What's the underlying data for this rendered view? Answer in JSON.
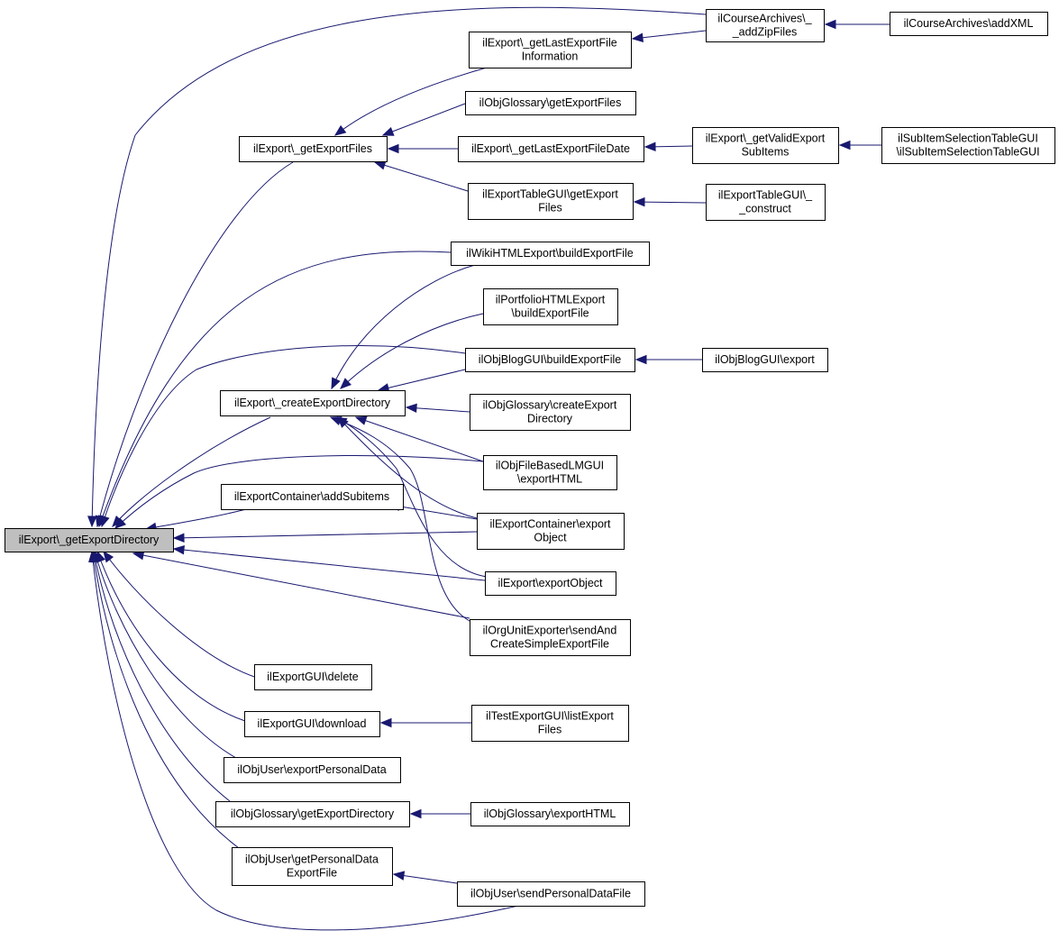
{
  "diagram": {
    "type": "call-graph",
    "colors": {
      "edge": "#191970",
      "root_fill": "#bfbfbf",
      "node_fill": "#ffffff",
      "border": "#000000"
    },
    "nodes": [
      {
        "id": "root",
        "name": "node-root-getexportdirectory",
        "root": true,
        "lines": [
          "ilExport\\_getExportDirectory"
        ]
      },
      {
        "id": "getExportFiles",
        "name": "node-ilexport-getexportfiles",
        "lines": [
          "ilExport\\_getExportFiles"
        ]
      },
      {
        "id": "createExportDirectory",
        "name": "node-ilexport-createexportdirectory",
        "lines": [
          "ilExport\\_createExportDirectory"
        ]
      },
      {
        "id": "addSubitems",
        "name": "node-ilexportcontainer-addsubitems",
        "lines": [
          "ilExportContainer\\addSubitems"
        ]
      },
      {
        "id": "gui_delete",
        "name": "node-ilexportgui-delete",
        "lines": [
          "ilExportGUI\\delete"
        ]
      },
      {
        "id": "gui_download",
        "name": "node-ilexportgui-download",
        "lines": [
          "ilExportGUI\\download"
        ]
      },
      {
        "id": "exportPersonalData",
        "name": "node-ilobjuser-exportpersonaldata",
        "lines": [
          "ilObjUser\\exportPersonalData"
        ]
      },
      {
        "id": "glossGetExportDirectory",
        "name": "node-ilobjglossary-getexportdirectory",
        "lines": [
          "ilObjGlossary\\getExportDirectory"
        ]
      },
      {
        "id": "getPersonalDataExportFile",
        "name": "node-ilobjuser-getpersonaldataexportfile",
        "lines": [
          "ilObjUser\\getPersonalData",
          "ExportFile"
        ]
      },
      {
        "id": "courseAddZip",
        "name": "node-ilcoursearchives-addzipfiles",
        "lines": [
          "ilCourseArchives\\_",
          "_addZipFiles"
        ]
      },
      {
        "id": "courseAddXML",
        "name": "node-ilcoursearchives-addxml",
        "lines": [
          "ilCourseArchives\\addXML"
        ]
      },
      {
        "id": "getLastExportFileInformation",
        "name": "node-ilexport-getlastexportfileinformation",
        "lines": [
          "ilExport\\_getLastExportFile",
          "Information"
        ]
      },
      {
        "id": "glossGetExportFiles",
        "name": "node-ilobjglossary-getexportfiles",
        "lines": [
          "ilObjGlossary\\getExportFiles"
        ]
      },
      {
        "id": "getLastExportFileDate",
        "name": "node-ilexport-getlastexportfiledate",
        "lines": [
          "ilExport\\_getLastExportFileDate"
        ]
      },
      {
        "id": "getValidExportSubItems",
        "name": "node-ilexport-getvalidexportsubitems",
        "lines": [
          "ilExport\\_getValidExport",
          "SubItems"
        ]
      },
      {
        "id": "subItemSelection",
        "name": "node-ilsubitemselectiontablegui-construct",
        "lines": [
          "ilSubItemSelectionTableGUI",
          "\\ilSubItemSelectionTableGUI"
        ]
      },
      {
        "id": "tableGetExportFiles",
        "name": "node-ilexporttablegui-getexportfiles",
        "lines": [
          "ilExportTableGUI\\getExport",
          "Files"
        ]
      },
      {
        "id": "tableConstruct",
        "name": "node-ilexporttablegui-construct",
        "lines": [
          "ilExportTableGUI\\_",
          "_construct"
        ]
      },
      {
        "id": "wikiBuild",
        "name": "node-ilwikihtmlexport-buildexportfile",
        "lines": [
          "ilWikiHTMLExport\\buildExportFile"
        ]
      },
      {
        "id": "portfolioBuild",
        "name": "node-ilportfoliohtmlexport-buildexportfile",
        "lines": [
          "ilPortfolioHTMLExport",
          "\\buildExportFile"
        ]
      },
      {
        "id": "blogBuild",
        "name": "node-ilobjbloggui-buildexportfile",
        "lines": [
          "ilObjBlogGUI\\buildExportFile"
        ]
      },
      {
        "id": "blogExport",
        "name": "node-ilobjbloggui-export",
        "lines": [
          "ilObjBlogGUI\\export"
        ]
      },
      {
        "id": "glossCreateExportDirectory",
        "name": "node-ilobjglossary-createexportdirectory",
        "lines": [
          "ilObjGlossary\\createExport",
          "Directory"
        ]
      },
      {
        "id": "fileBasedLM",
        "name": "node-ilobjfilebasedlmgui-exporthtml",
        "lines": [
          "ilObjFileBasedLMGUI",
          "\\exportHTML"
        ]
      },
      {
        "id": "containerExportObject",
        "name": "node-ilexportcontainer-exportobject",
        "lines": [
          "ilExportContainer\\export",
          "Object"
        ]
      },
      {
        "id": "exportExportObject",
        "name": "node-ilexport-exportobject",
        "lines": [
          "ilExport\\exportObject"
        ]
      },
      {
        "id": "orgUnit",
        "name": "node-ilorgunitexporter-sendandcreatesimpleexportfile",
        "lines": [
          "ilOrgUnitExporter\\sendAnd",
          "CreateSimpleExportFile"
        ]
      },
      {
        "id": "testListExportFiles",
        "name": "node-iltestexportgui-listexportfiles",
        "lines": [
          "ilTestExportGUI\\listExport",
          "Files"
        ]
      },
      {
        "id": "glossExportHTML",
        "name": "node-ilobjglossary-exporthtml",
        "lines": [
          "ilObjGlossary\\exportHTML"
        ]
      },
      {
        "id": "sendPersonalDataFile",
        "name": "node-ilobjuser-sendpersonaldatafile",
        "lines": [
          "ilObjUser\\sendPersonalDataFile"
        ]
      }
    ],
    "edges": [
      {
        "from": "getExportFiles",
        "to": "root"
      },
      {
        "from": "createExportDirectory",
        "to": "root"
      },
      {
        "from": "addSubitems",
        "to": "root"
      },
      {
        "from": "gui_delete",
        "to": "root"
      },
      {
        "from": "gui_download",
        "to": "root"
      },
      {
        "from": "exportPersonalData",
        "to": "root"
      },
      {
        "from": "glossGetExportDirectory",
        "to": "root"
      },
      {
        "from": "getPersonalDataExportFile",
        "to": "root"
      },
      {
        "from": "courseAddZip",
        "to": "root"
      },
      {
        "from": "wikiBuild",
        "to": "root"
      },
      {
        "from": "blogBuild",
        "to": "root"
      },
      {
        "from": "fileBasedLM",
        "to": "root"
      },
      {
        "from": "containerExportObject",
        "to": "root"
      },
      {
        "from": "exportExportObject",
        "to": "root"
      },
      {
        "from": "orgUnit",
        "to": "root"
      },
      {
        "from": "sendPersonalDataFile",
        "to": "root"
      },
      {
        "from": "getLastExportFileInformation",
        "to": "getExportFiles"
      },
      {
        "from": "glossGetExportFiles",
        "to": "getExportFiles"
      },
      {
        "from": "getLastExportFileDate",
        "to": "getExportFiles"
      },
      {
        "from": "tableGetExportFiles",
        "to": "getExportFiles"
      },
      {
        "from": "courseAddZip",
        "to": "getLastExportFileInformation"
      },
      {
        "from": "courseAddXML",
        "to": "courseAddZip"
      },
      {
        "from": "getValidExportSubItems",
        "to": "getLastExportFileDate"
      },
      {
        "from": "subItemSelection",
        "to": "getValidExportSubItems"
      },
      {
        "from": "tableConstruct",
        "to": "tableGetExportFiles"
      },
      {
        "from": "wikiBuild",
        "to": "createExportDirectory"
      },
      {
        "from": "portfolioBuild",
        "to": "createExportDirectory"
      },
      {
        "from": "blogBuild",
        "to": "createExportDirectory"
      },
      {
        "from": "glossCreateExportDirectory",
        "to": "createExportDirectory"
      },
      {
        "from": "fileBasedLM",
        "to": "createExportDirectory"
      },
      {
        "from": "containerExportObject",
        "to": "createExportDirectory"
      },
      {
        "from": "exportExportObject",
        "to": "createExportDirectory"
      },
      {
        "from": "orgUnit",
        "to": "createExportDirectory"
      },
      {
        "from": "blogExport",
        "to": "blogBuild"
      },
      {
        "from": "containerExportObject",
        "to": "addSubitems"
      },
      {
        "from": "testListExportFiles",
        "to": "gui_download"
      },
      {
        "from": "glossExportHTML",
        "to": "glossGetExportDirectory"
      },
      {
        "from": "sendPersonalDataFile",
        "to": "getPersonalDataExportFile"
      }
    ]
  }
}
